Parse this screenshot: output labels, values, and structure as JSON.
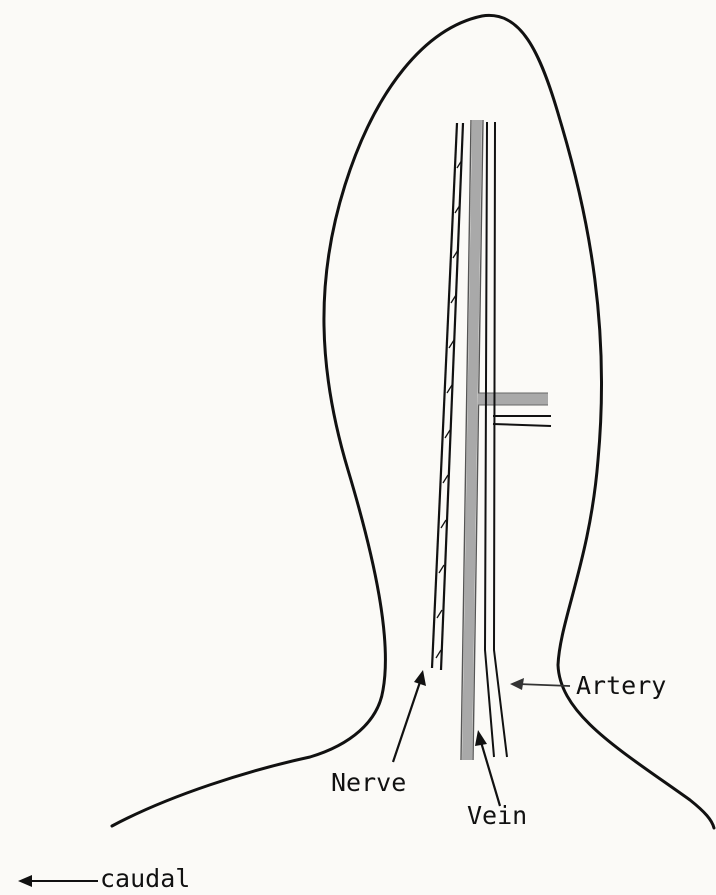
{
  "labels": {
    "artery": "Artery",
    "nerve": "Nerve",
    "vein": "Vein",
    "direction": "caudal"
  },
  "colors": {
    "ink": "#111111",
    "vein_fill": "#a9a9a9",
    "background": "#fbfaf7"
  }
}
